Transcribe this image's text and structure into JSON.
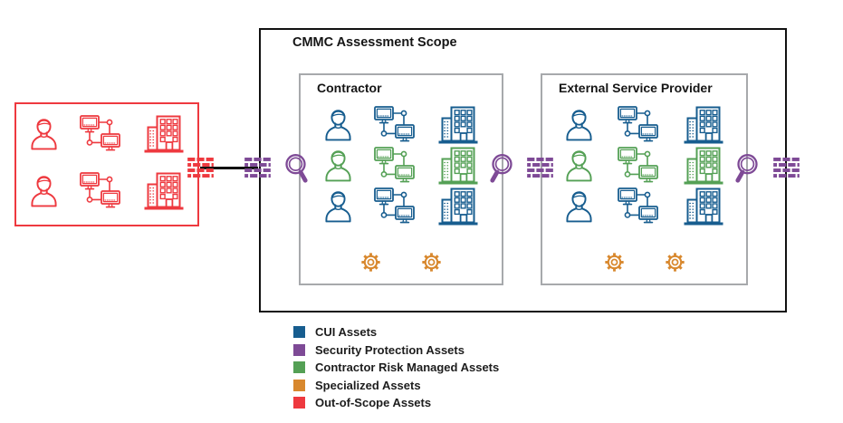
{
  "diagram": {
    "scope_title": "CMMC Assessment Scope",
    "groups": {
      "out_of_scope": {
        "asset_rows": [
          "out_of_scope",
          "out_of_scope"
        ],
        "icons_per_row": [
          "person",
          "networked-computers",
          "building"
        ]
      },
      "contractor": {
        "title": "Contractor",
        "asset_rows": [
          "cui",
          "contractor_risk_managed",
          "cui"
        ],
        "icons_per_row": [
          "person",
          "networked-computers",
          "building"
        ],
        "specialized_asset_count": 2
      },
      "external_service_provider": {
        "title": "External Service Provider",
        "asset_rows": [
          "cui",
          "contractor_risk_managed",
          "cui"
        ],
        "icons_per_row": [
          "person",
          "networked-computers",
          "building"
        ],
        "specialized_asset_count": 2
      }
    },
    "connectors": {
      "firewall_bricks": [
        "out_of_scope",
        "security_protection",
        "security_protection",
        "security_protection"
      ],
      "magnifier_count": 3
    }
  },
  "colors": {
    "cui": "#175d8f",
    "security_protection": "#7e4a96",
    "contractor_risk_managed": "#54a055",
    "specialized": "#d8882e",
    "out_of_scope": "#ee393f",
    "scope_border": "#111111",
    "inner_box_border": "#a7a9ac",
    "text": "#1d1d1d"
  },
  "legend": {
    "items": [
      {
        "label": "CUI Assets",
        "color": "#175d8f"
      },
      {
        "label": "Security Protection Assets",
        "color": "#7e4a96"
      },
      {
        "label": "Contractor Risk Managed Assets",
        "color": "#54a055"
      },
      {
        "label": "Specialized Assets",
        "color": "#d8882e"
      },
      {
        "label": "Out-of-Scope Assets",
        "color": "#ee393f"
      }
    ]
  }
}
